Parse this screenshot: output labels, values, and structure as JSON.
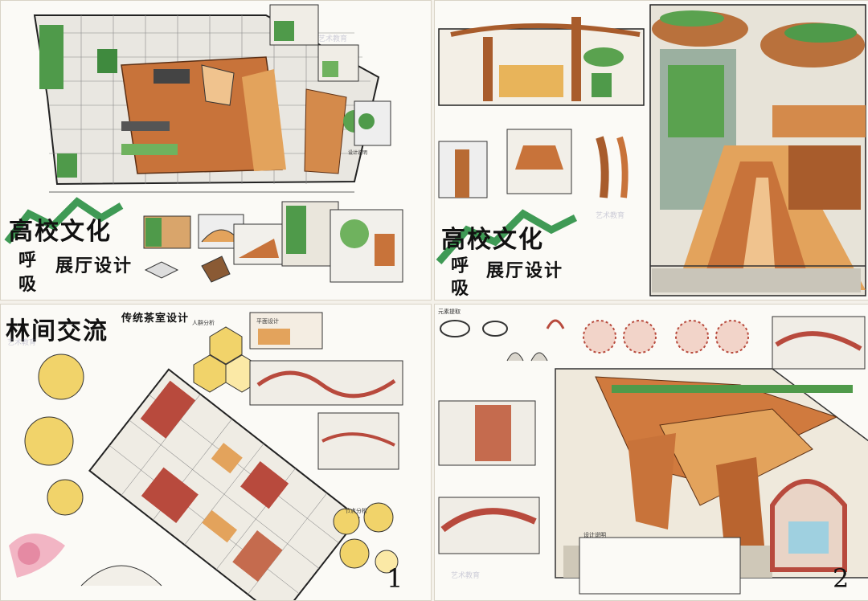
{
  "sheet1": {
    "title_line1": "高校文化",
    "title_line2a": "呼",
    "title_line2b": "展厅设计",
    "title_line3": "吸",
    "notes": "设计说明"
  },
  "sheet2": {
    "title_line1": "高校文化",
    "title_line2a": "呼",
    "title_line2b": "展厅设计",
    "title_line3": "吸"
  },
  "sheet3": {
    "title_main": "林间交流",
    "title_sub": "传统茶室设计",
    "sheet_number": "1",
    "section_a": "人群分析",
    "section_b": "平面设计",
    "section_c": "节点分析"
  },
  "sheet4": {
    "sheet_number": "2",
    "section_a": "元素提取",
    "section_b": "设计说明"
  },
  "watermark": "艺术教育",
  "colors": {
    "wood": "#c8733a",
    "wood_light": "#e3a35c",
    "green": "#4f9a4a",
    "red": "#b84a3d",
    "gray": "#9a9a9a",
    "yellow": "#f1d36a"
  }
}
